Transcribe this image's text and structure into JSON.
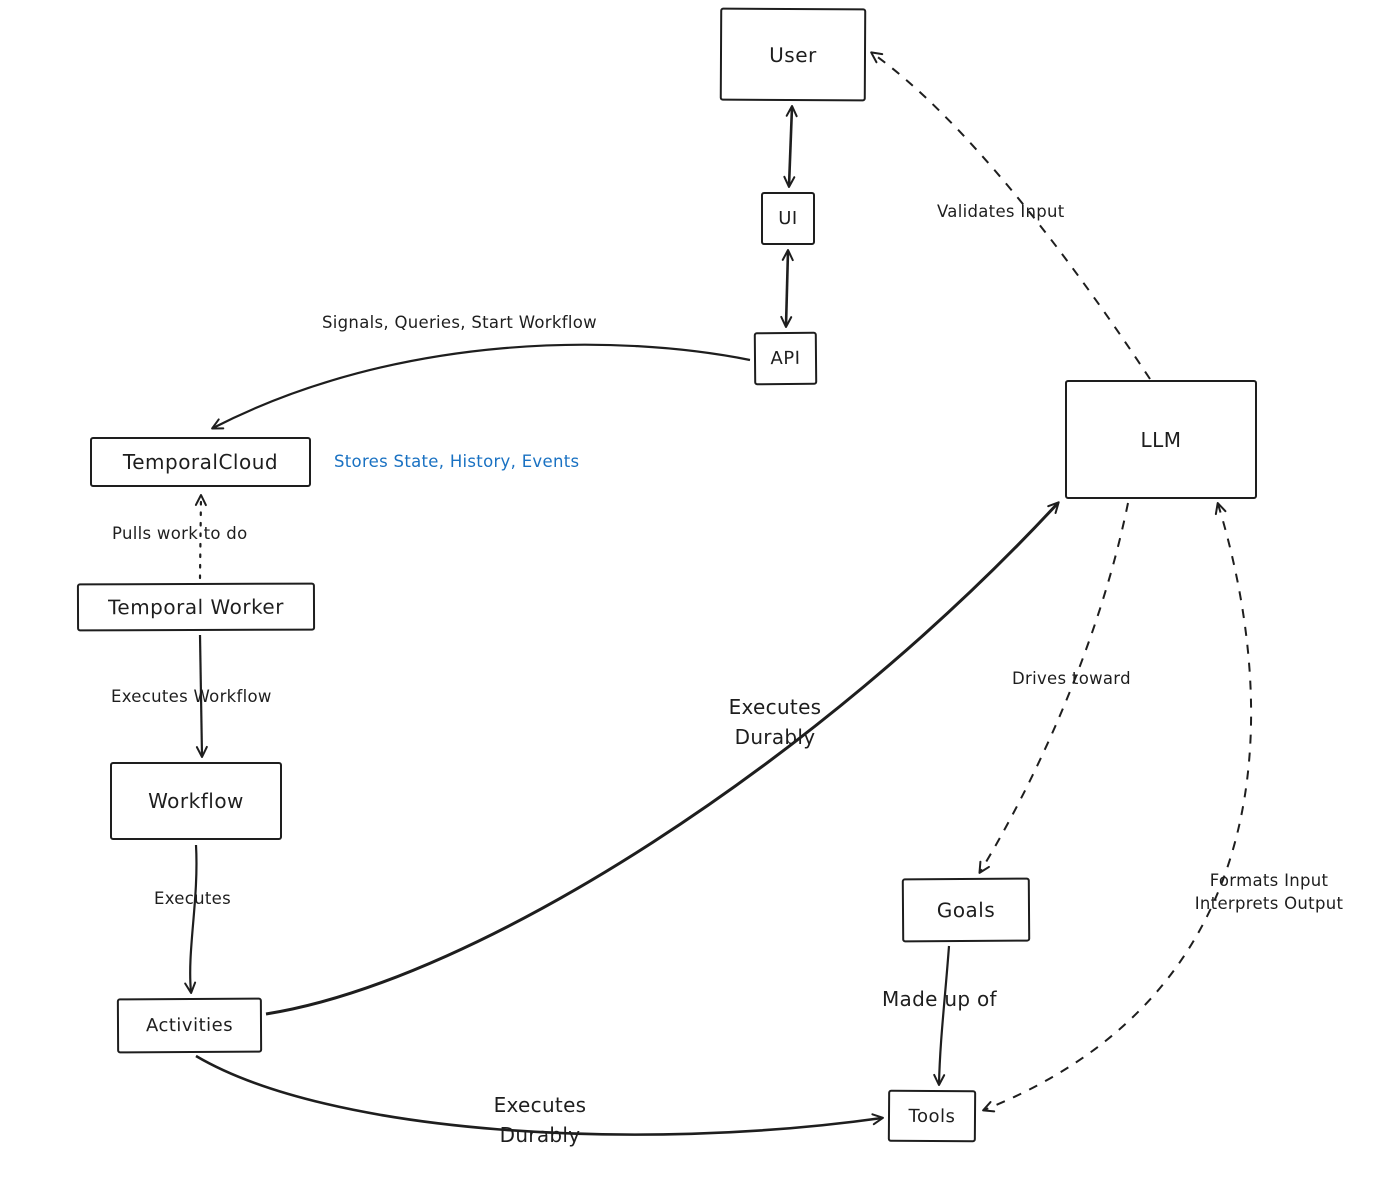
{
  "diagram": {
    "nodes": {
      "user": {
        "label": "User"
      },
      "ui": {
        "label": "UI"
      },
      "api": {
        "label": "API"
      },
      "llm": {
        "label": "LLM"
      },
      "temporal_cloud": {
        "label": "TemporalCloud"
      },
      "temporal_worker": {
        "label": "Temporal Worker"
      },
      "workflow": {
        "label": "Workflow"
      },
      "activities": {
        "label": "Activities"
      },
      "goals": {
        "label": "Goals"
      },
      "tools": {
        "label": "Tools"
      }
    },
    "labels": {
      "signals": "Signals, Queries, Start Workflow",
      "validates": "Validates Input",
      "stores": "Stores State, History, Events",
      "pulls": "Pulls work to do",
      "executes_workflow": "Executes Workflow",
      "executes": "Executes",
      "executes_durably_1a": "Executes",
      "executes_durably_1b": "Durably",
      "drives": "Drives toward",
      "made_up_of": "Made up of",
      "executes_durably_2a": "Executes",
      "executes_durably_2b": "Durably",
      "formats_a": "Formats Input",
      "formats_b": "Interprets Output"
    },
    "edges": [
      {
        "from": "user",
        "to": "ui",
        "style": "solid",
        "arrows": "both",
        "label": ""
      },
      {
        "from": "ui",
        "to": "api",
        "style": "solid",
        "arrows": "both",
        "label": ""
      },
      {
        "from": "api",
        "to": "temporal_cloud",
        "style": "solid",
        "arrows": "end",
        "label": "Signals, Queries, Start Workflow"
      },
      {
        "from": "llm",
        "to": "user",
        "style": "dashed",
        "arrows": "end",
        "label": "Validates Input"
      },
      {
        "from": "temporal_worker",
        "to": "temporal_cloud",
        "style": "dotted",
        "arrows": "end",
        "label": "Pulls work to do"
      },
      {
        "from": "temporal_worker",
        "to": "workflow",
        "style": "solid",
        "arrows": "end",
        "label": "Executes Workflow"
      },
      {
        "from": "workflow",
        "to": "activities",
        "style": "solid",
        "arrows": "end",
        "label": "Executes"
      },
      {
        "from": "activities",
        "to": "llm",
        "style": "solid",
        "arrows": "end",
        "label": "Executes Durably"
      },
      {
        "from": "activities",
        "to": "tools",
        "style": "solid",
        "arrows": "end",
        "label": "Executes Durably"
      },
      {
        "from": "llm",
        "to": "goals",
        "style": "dashed",
        "arrows": "end",
        "label": "Drives toward"
      },
      {
        "from": "goals",
        "to": "tools",
        "style": "solid",
        "arrows": "end",
        "label": "Made up of"
      },
      {
        "from": "llm",
        "to": "tools",
        "style": "dashed",
        "arrows": "both",
        "label": "Formats Input / Interprets Output"
      }
    ],
    "annotations": [
      {
        "target": "temporal_cloud",
        "text": "Stores State, History, Events",
        "color": "#1971c2"
      }
    ],
    "colors": {
      "ink": "#1e1e1e",
      "accent_blue": "#1971c2",
      "background": "#ffffff"
    }
  }
}
